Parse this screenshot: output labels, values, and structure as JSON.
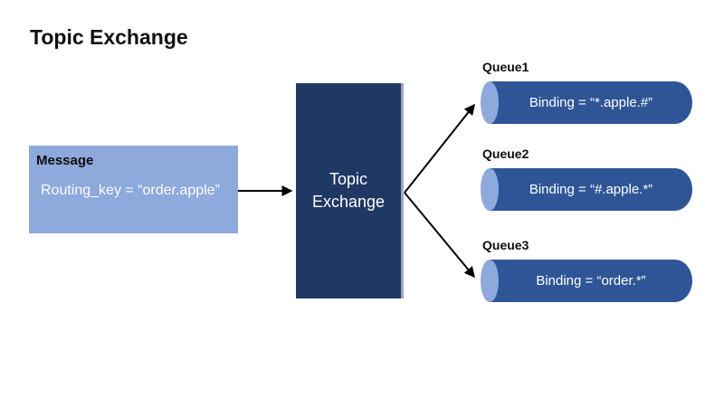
{
  "title": "Topic Exchange",
  "message": {
    "label": "Message",
    "routing_key": "Routing_key = “order.apple”"
  },
  "exchange": {
    "label_line1": "Topic",
    "label_line2": "Exchange"
  },
  "queues": [
    {
      "name": "Queue1",
      "binding": "Binding = “*.apple.#”"
    },
    {
      "name": "Queue2",
      "binding": "Binding = “#.apple.*”"
    },
    {
      "name": "Queue3",
      "binding": "Binding = “order.*”"
    }
  ],
  "colors": {
    "light-blue": "#8EA9DB",
    "navy": "#1F3864",
    "queue-blue": "#2F5597",
    "edge-strip": "#9AA8C4",
    "arrow": "#000000"
  }
}
